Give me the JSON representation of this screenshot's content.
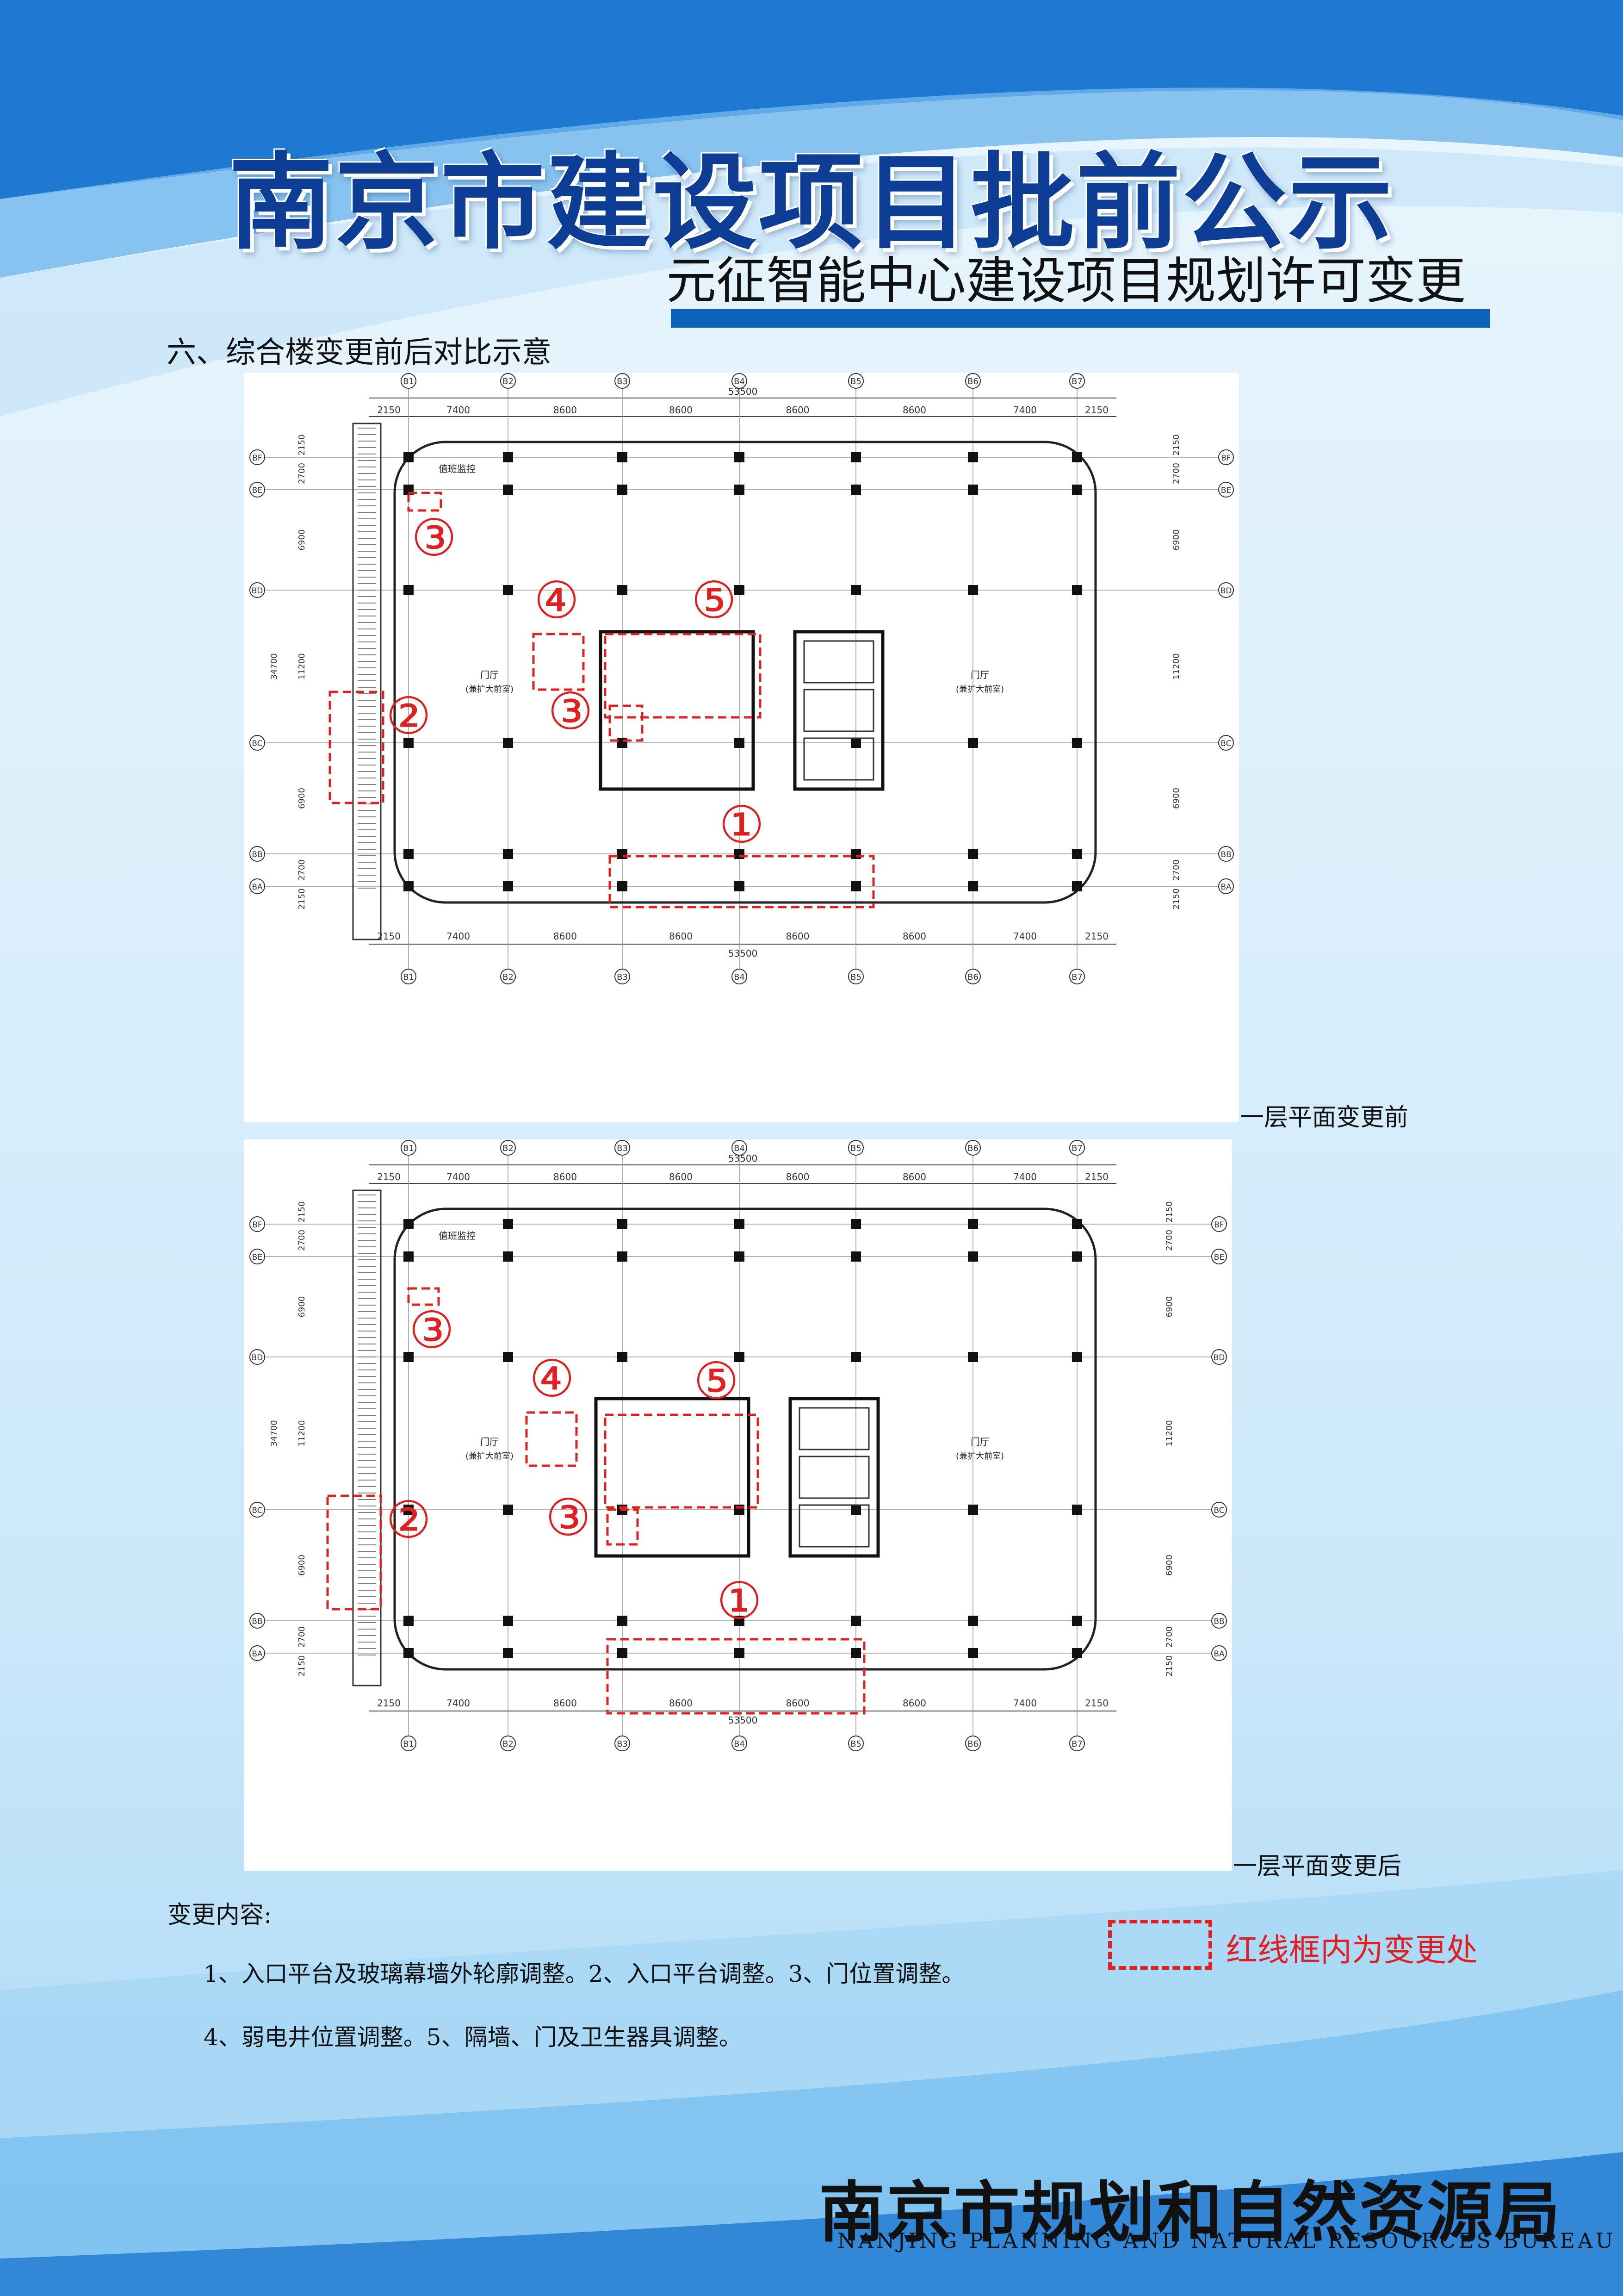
{
  "banner": {
    "title": "南京市建设项目批前公示",
    "subtitle": "元征智能中心建设项目规划许可变更"
  },
  "section_heading": "六、综合楼变更前后对比示意",
  "plans": {
    "grid_columns": [
      "B1",
      "B2",
      "B3",
      "B4",
      "B5",
      "B6",
      "B7"
    ],
    "grid_rows": [
      "BF",
      "BE",
      "BD",
      "BC",
      "BB",
      "BA"
    ],
    "span_dims": [
      "2150",
      "7400",
      "8600",
      "8600",
      "8600",
      "8600",
      "7400",
      "2150"
    ],
    "total_width": "53500",
    "row_dims": [
      "2150",
      "2700",
      "6900",
      "11200",
      "6900",
      "2700",
      "2150"
    ],
    "total_depth": "34700",
    "lobby_label": "门厅",
    "lobby_sub": "(兼扩大前室)",
    "control_room": "值班监控",
    "marker_labels": [
      "①",
      "②",
      "③",
      "④",
      "⑤"
    ],
    "before": {
      "caption": "一层平面变更前"
    },
    "after": {
      "caption": "一层平面变更后"
    }
  },
  "notes": {
    "title": "变更内容:",
    "line1": "1、入口平台及玻璃幕墙外轮廓调整。2、入口平台调整。3、门位置调整。",
    "line2": "4、弱电井位置调整。5、隔墙、门及卫生器具调整。"
  },
  "legend": {
    "text": "红线框内为变更处",
    "color": "#e02020"
  },
  "footer": {
    "name_cn": "南京市规划和自然资源局",
    "name_en": "NANJING PLANNING AND NATURAL RESOURCES BUREAU"
  },
  "colors": {
    "title_blue": "#0d3d95",
    "bar_blue": "#0b62b8",
    "markup_red": "#e02020"
  }
}
